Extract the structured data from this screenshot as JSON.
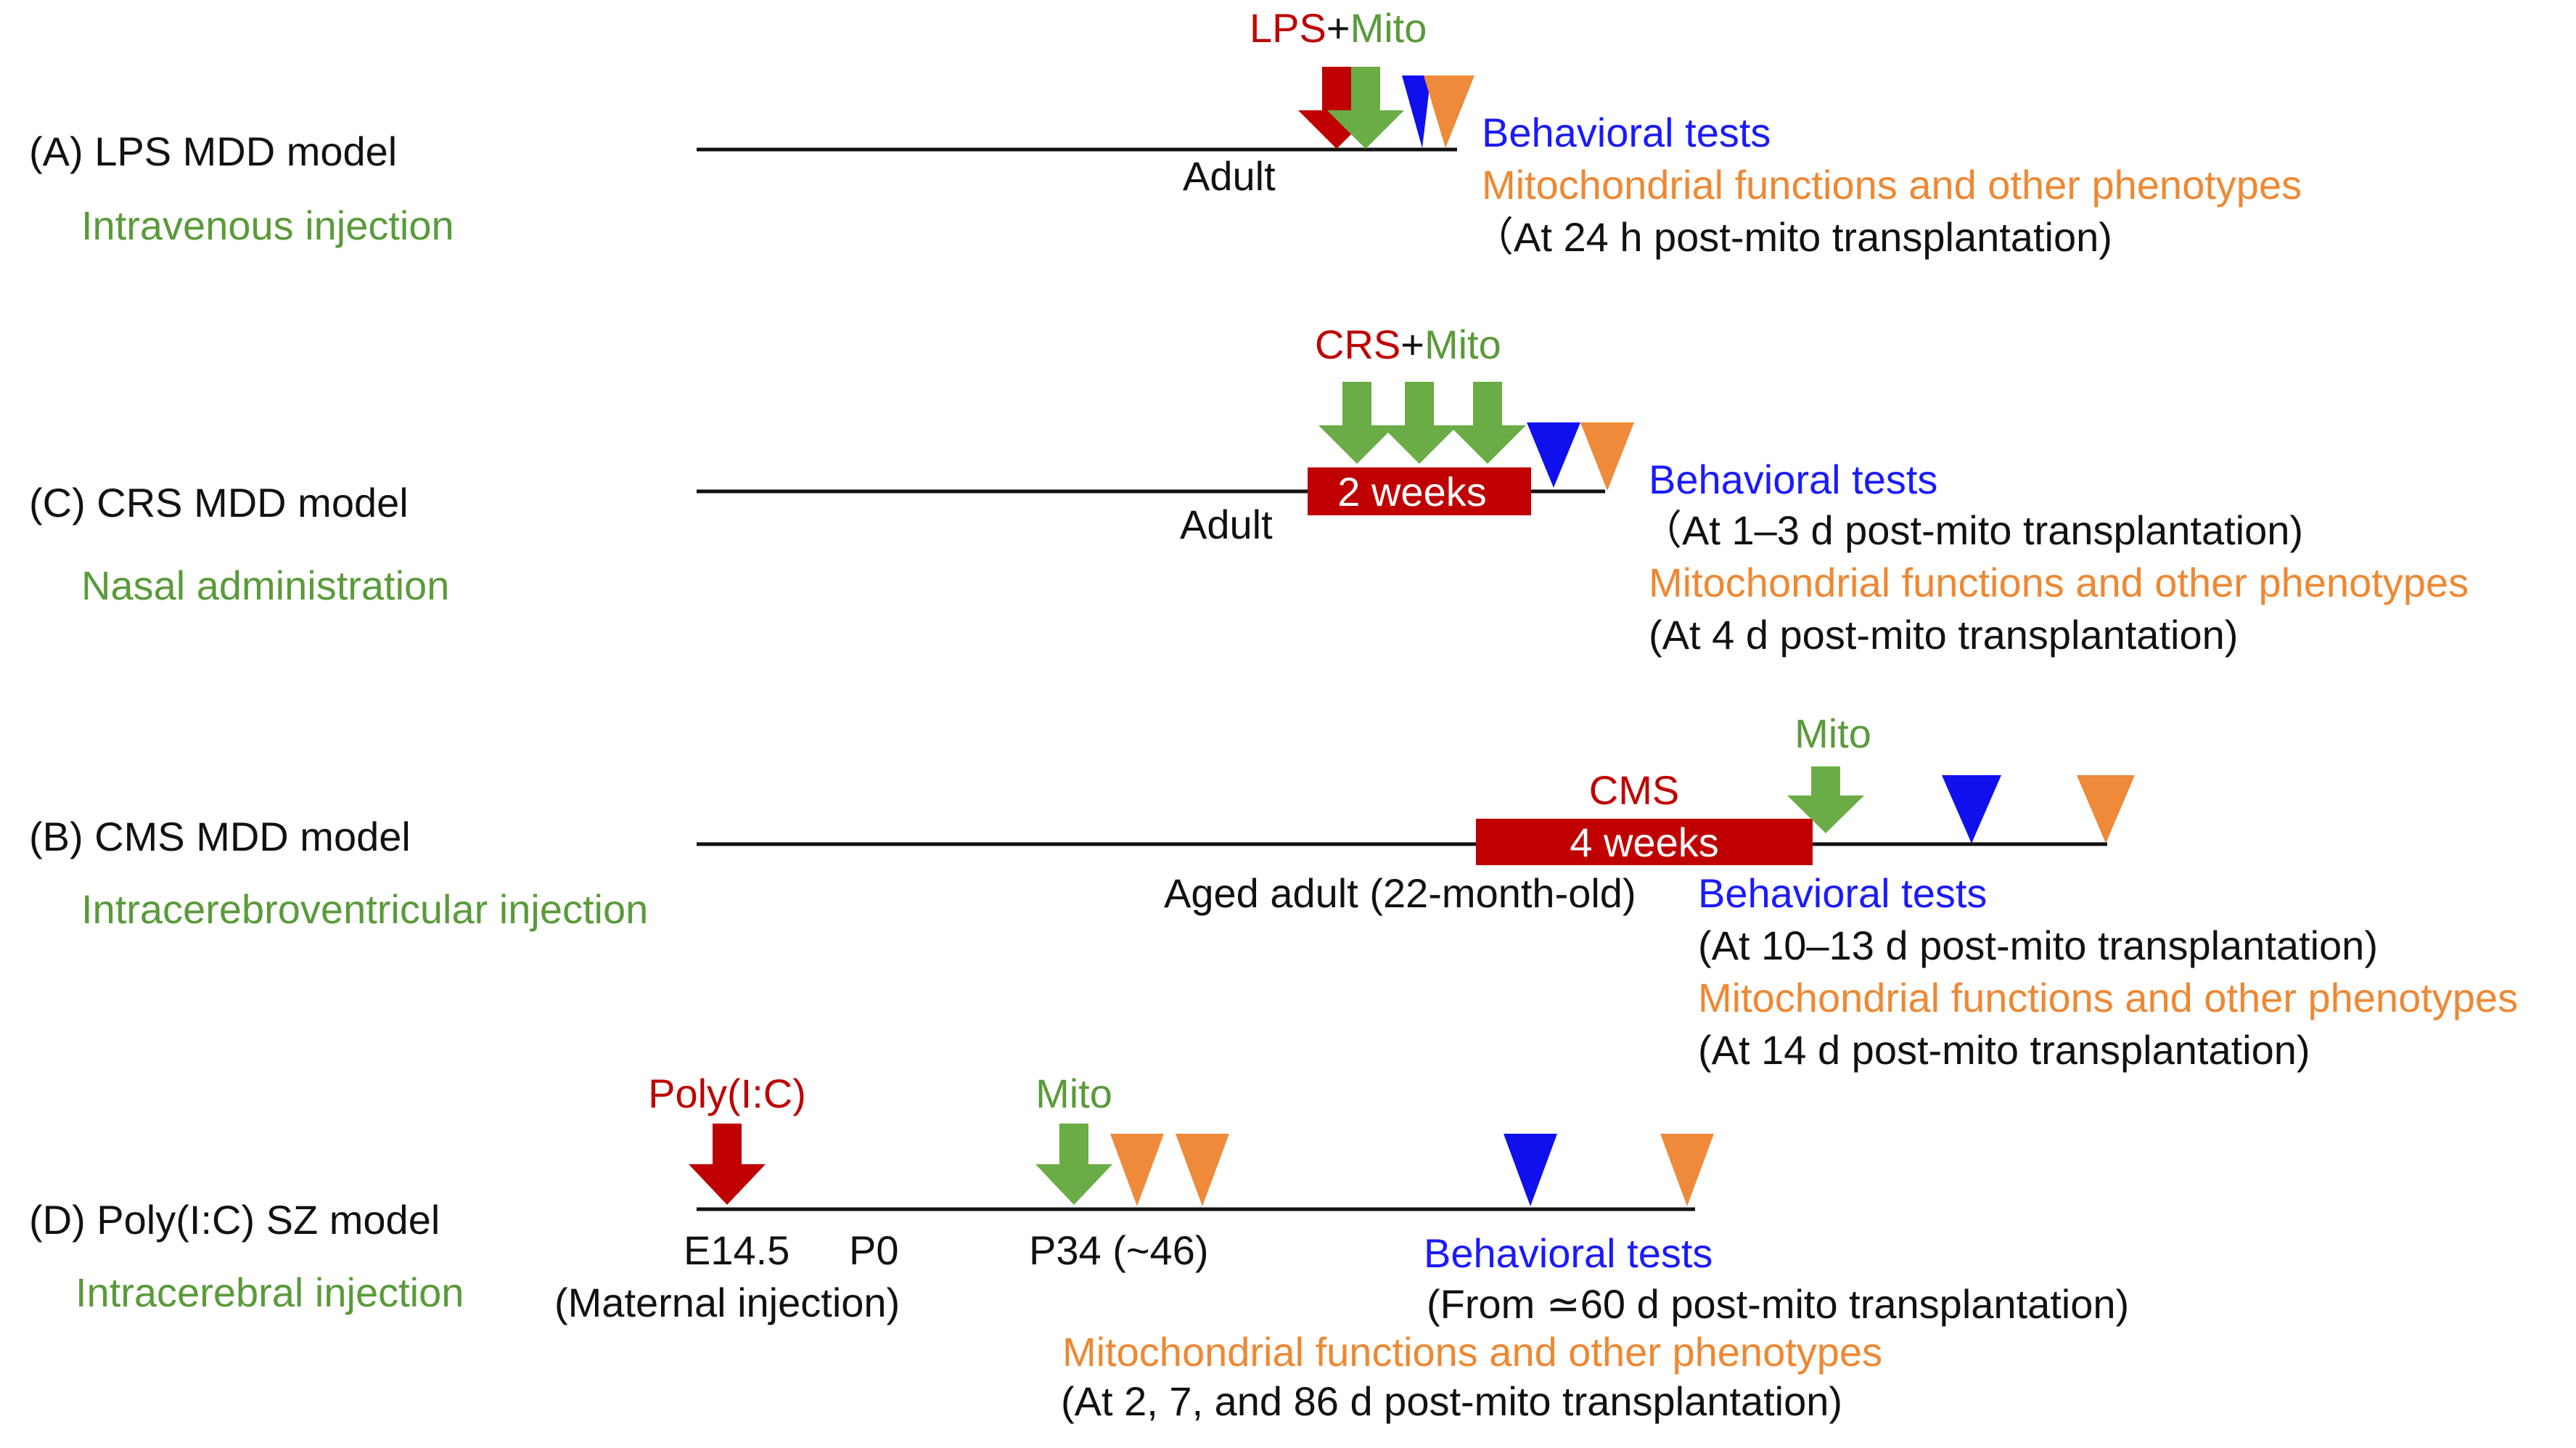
{
  "colors": {
    "red": "#c00000",
    "green": "#6aac45",
    "blue": "#1010ee",
    "orange": "#ee8a3a",
    "black": "#111111"
  },
  "panel_a": {
    "title": "(A) LPS MDD model",
    "route": "Intravenous injection",
    "treatment_red": "LPS",
    "plus": "+",
    "treatment_green": "Mito",
    "timeline_label": "Adult",
    "behavioral": "Behavioral tests",
    "mito_functions": "Mitochondrial functions and other phenotypes",
    "timing": "（At 24 h post-mito transplantation)"
  },
  "panel_c": {
    "title": "(C) CRS MDD model",
    "route": "Nasal administration",
    "treatment_red": "CRS",
    "plus": "+",
    "treatment_green": "Mito",
    "bar_label": "2 weeks",
    "timeline_label": "Adult",
    "behavioral": "Behavioral tests",
    "behavioral_timing": "（At 1–3 d post-mito transplantation)",
    "mito_functions": "Mitochondrial functions and other phenotypes",
    "mito_timing": "(At 4 d post-mito transplantation)"
  },
  "panel_b": {
    "title": "(B) CMS MDD model",
    "route": "Intracerebroventricular injection",
    "stress_label": "CMS",
    "treatment_green": "Mito",
    "bar_label": "4 weeks",
    "timeline_label": "Aged adult (22-month-old)",
    "behavioral": "Behavioral tests",
    "behavioral_timing": "(At 10–13 d post-mito transplantation)",
    "mito_functions": "Mitochondrial functions and other phenotypes",
    "mito_timing": "(At 14 d post-mito transplantation)"
  },
  "panel_d": {
    "title": "(D) Poly(I:C) SZ model",
    "route": "Intracerebral injection",
    "treatment_red": "Poly(I:C)",
    "treatment_green": "Mito",
    "tick_e": "E14.5",
    "tick_p0": "P0",
    "tick_p34": "P34 (~46)",
    "maternal": "(Maternal injection)",
    "behavioral": "Behavioral tests",
    "behavioral_timing": "(From ≃60 d post-mito transplantation)",
    "mito_functions": "Mitochondrial functions and other phenotypes",
    "mito_timing": "(At 2, 7, and 86 d post-mito transplantation)"
  }
}
